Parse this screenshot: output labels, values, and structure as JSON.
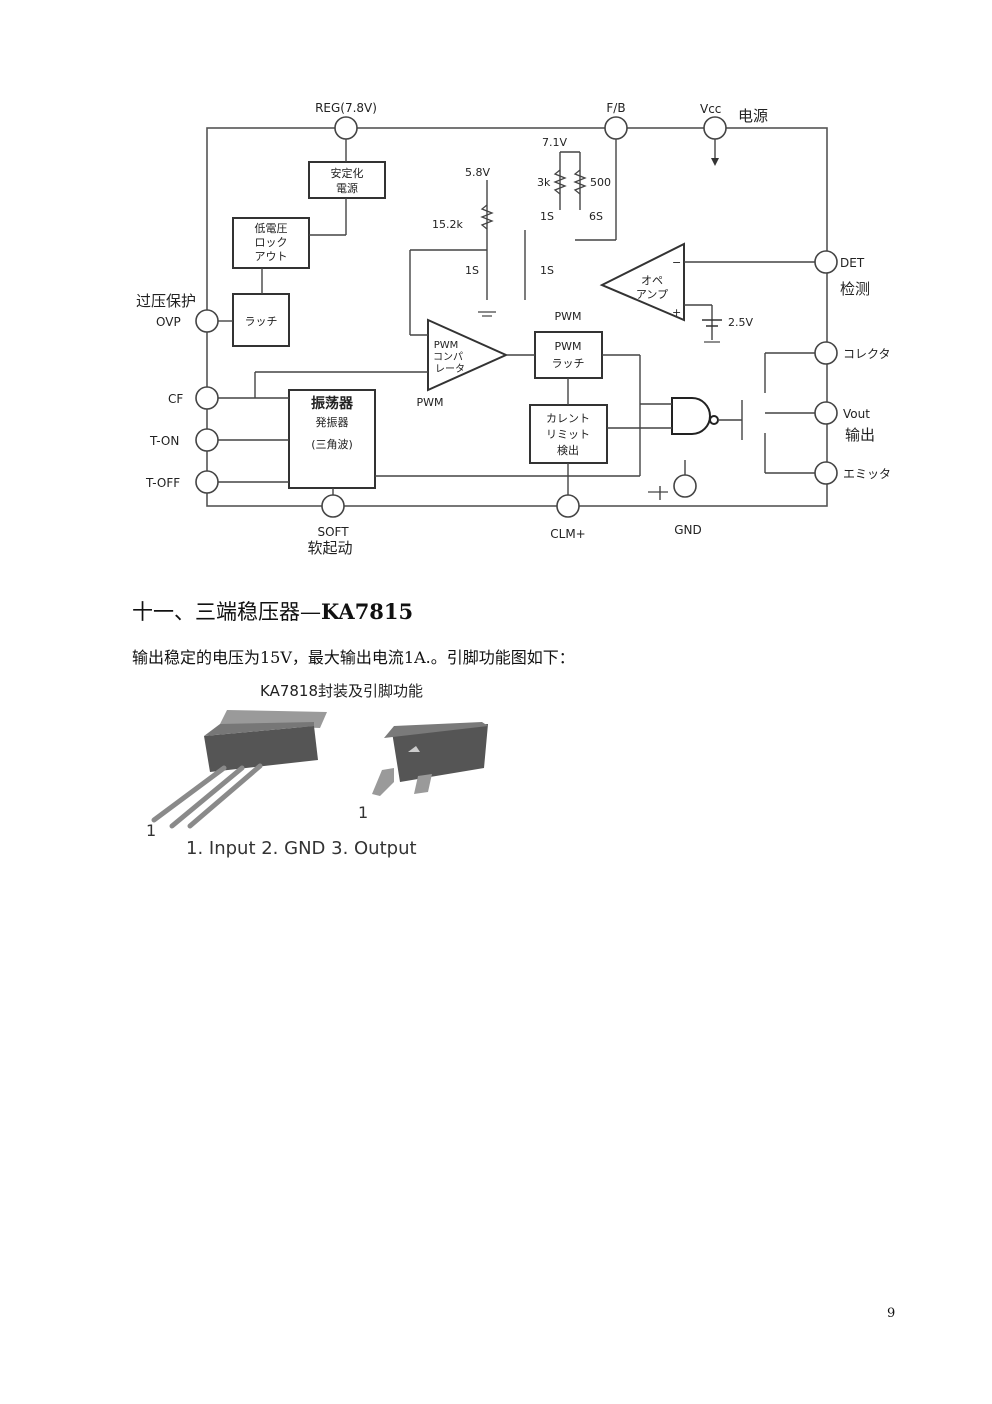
{
  "diagram": {
    "pins": {
      "reg": "REG(7.8V)",
      "fb": "F/B",
      "vcc": "Vcc",
      "vcc_cn": "电源",
      "det": "DET",
      "det_cn": "检测",
      "ovp_cn": "过压保护",
      "ovp": "OVP",
      "cf": "CF",
      "ton": "T-ON",
      "toff": "T-OFF",
      "soft": "SOFT",
      "soft_cn": "软起动",
      "clm": "CLM+",
      "gnd": "GND",
      "collector": "コレクタ",
      "vout": "Vout",
      "vout_cn": "输出",
      "emitter": "エミッタ"
    },
    "blocks": {
      "regulator_l1": "安定化",
      "regulator_l2": "電源",
      "uvlo_l1": "低電圧",
      "uvlo_l2": "ロック",
      "uvlo_l3": "アウト",
      "latch": "ラッチ",
      "osc_cn": "振荡器",
      "osc_l1": "発振器",
      "osc_l2": "(三角波)",
      "pwm_comp_l1": "PWM",
      "pwm_comp_l2": "コンパ",
      "pwm_comp_l3": "レータ",
      "pwm_latch_l1": "PWM",
      "pwm_latch_l2": "ラッチ",
      "current_l1": "カレント",
      "current_l2": "リミット",
      "current_l3": "検出",
      "opamp_l1": "オペ",
      "opamp_l2": "アンプ"
    },
    "labels": {
      "v71": "7.1V",
      "v58": "5.8V",
      "r3k": "3k",
      "r500": "500",
      "r152k": "15.2k",
      "t1s_a": "1S",
      "t6s": "6S",
      "t1s_b": "1S",
      "t1s_c": "1S",
      "v25": "2.5V",
      "pwm_top": "PWM",
      "pwm_bottom": "PWM",
      "minus": "−",
      "plus": "+"
    }
  },
  "section": {
    "heading_prefix": "十一、三端稳压器—",
    "heading_model": "KA7815",
    "description": "输出稳定的电压为15V，最大输出电流1A.。引脚功能图如下："
  },
  "package_figure": {
    "title": "KA7818封装及引脚功能",
    "pin1_left": "1",
    "pin1_right": "1",
    "caption": "1. Input 2. GND 3. Output"
  },
  "page_number": "9"
}
